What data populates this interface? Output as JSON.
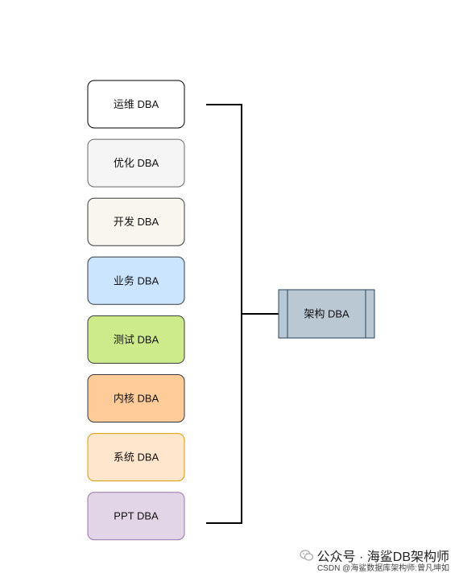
{
  "roles": [
    {
      "label": "运维 DBA",
      "fill": "#ffffff",
      "stroke": "#000000"
    },
    {
      "label": "优化 DBA",
      "fill": "#f5f5f5",
      "stroke": "#666666"
    },
    {
      "label": "开发 DBA",
      "fill": "#f9f7ed",
      "stroke": "#36393d"
    },
    {
      "label": "业务 DBA",
      "fill": "#cce5ff",
      "stroke": "#36393d"
    },
    {
      "label": "测试 DBA",
      "fill": "#cdeb8b",
      "stroke": "#36393d"
    },
    {
      "label": "内核 DBA",
      "fill": "#ffcc99",
      "stroke": "#36393d"
    },
    {
      "label": "系统 DBA",
      "fill": "#ffe6cc",
      "stroke": "#d79b00"
    },
    {
      "label": "PPT DBA",
      "fill": "#e1d5e7",
      "stroke": "#9673a6"
    }
  ],
  "architect": {
    "label": "架构 DBA",
    "fill": "#bac8d3",
    "stroke": "#23445d"
  },
  "connector_color": "#000000",
  "watermark": {
    "main": "公众号 · 海鲨DB架构师",
    "sub": "CSDN @海鲨数据库架构师:曾凡坤如",
    "icon": "wechat-icon"
  }
}
